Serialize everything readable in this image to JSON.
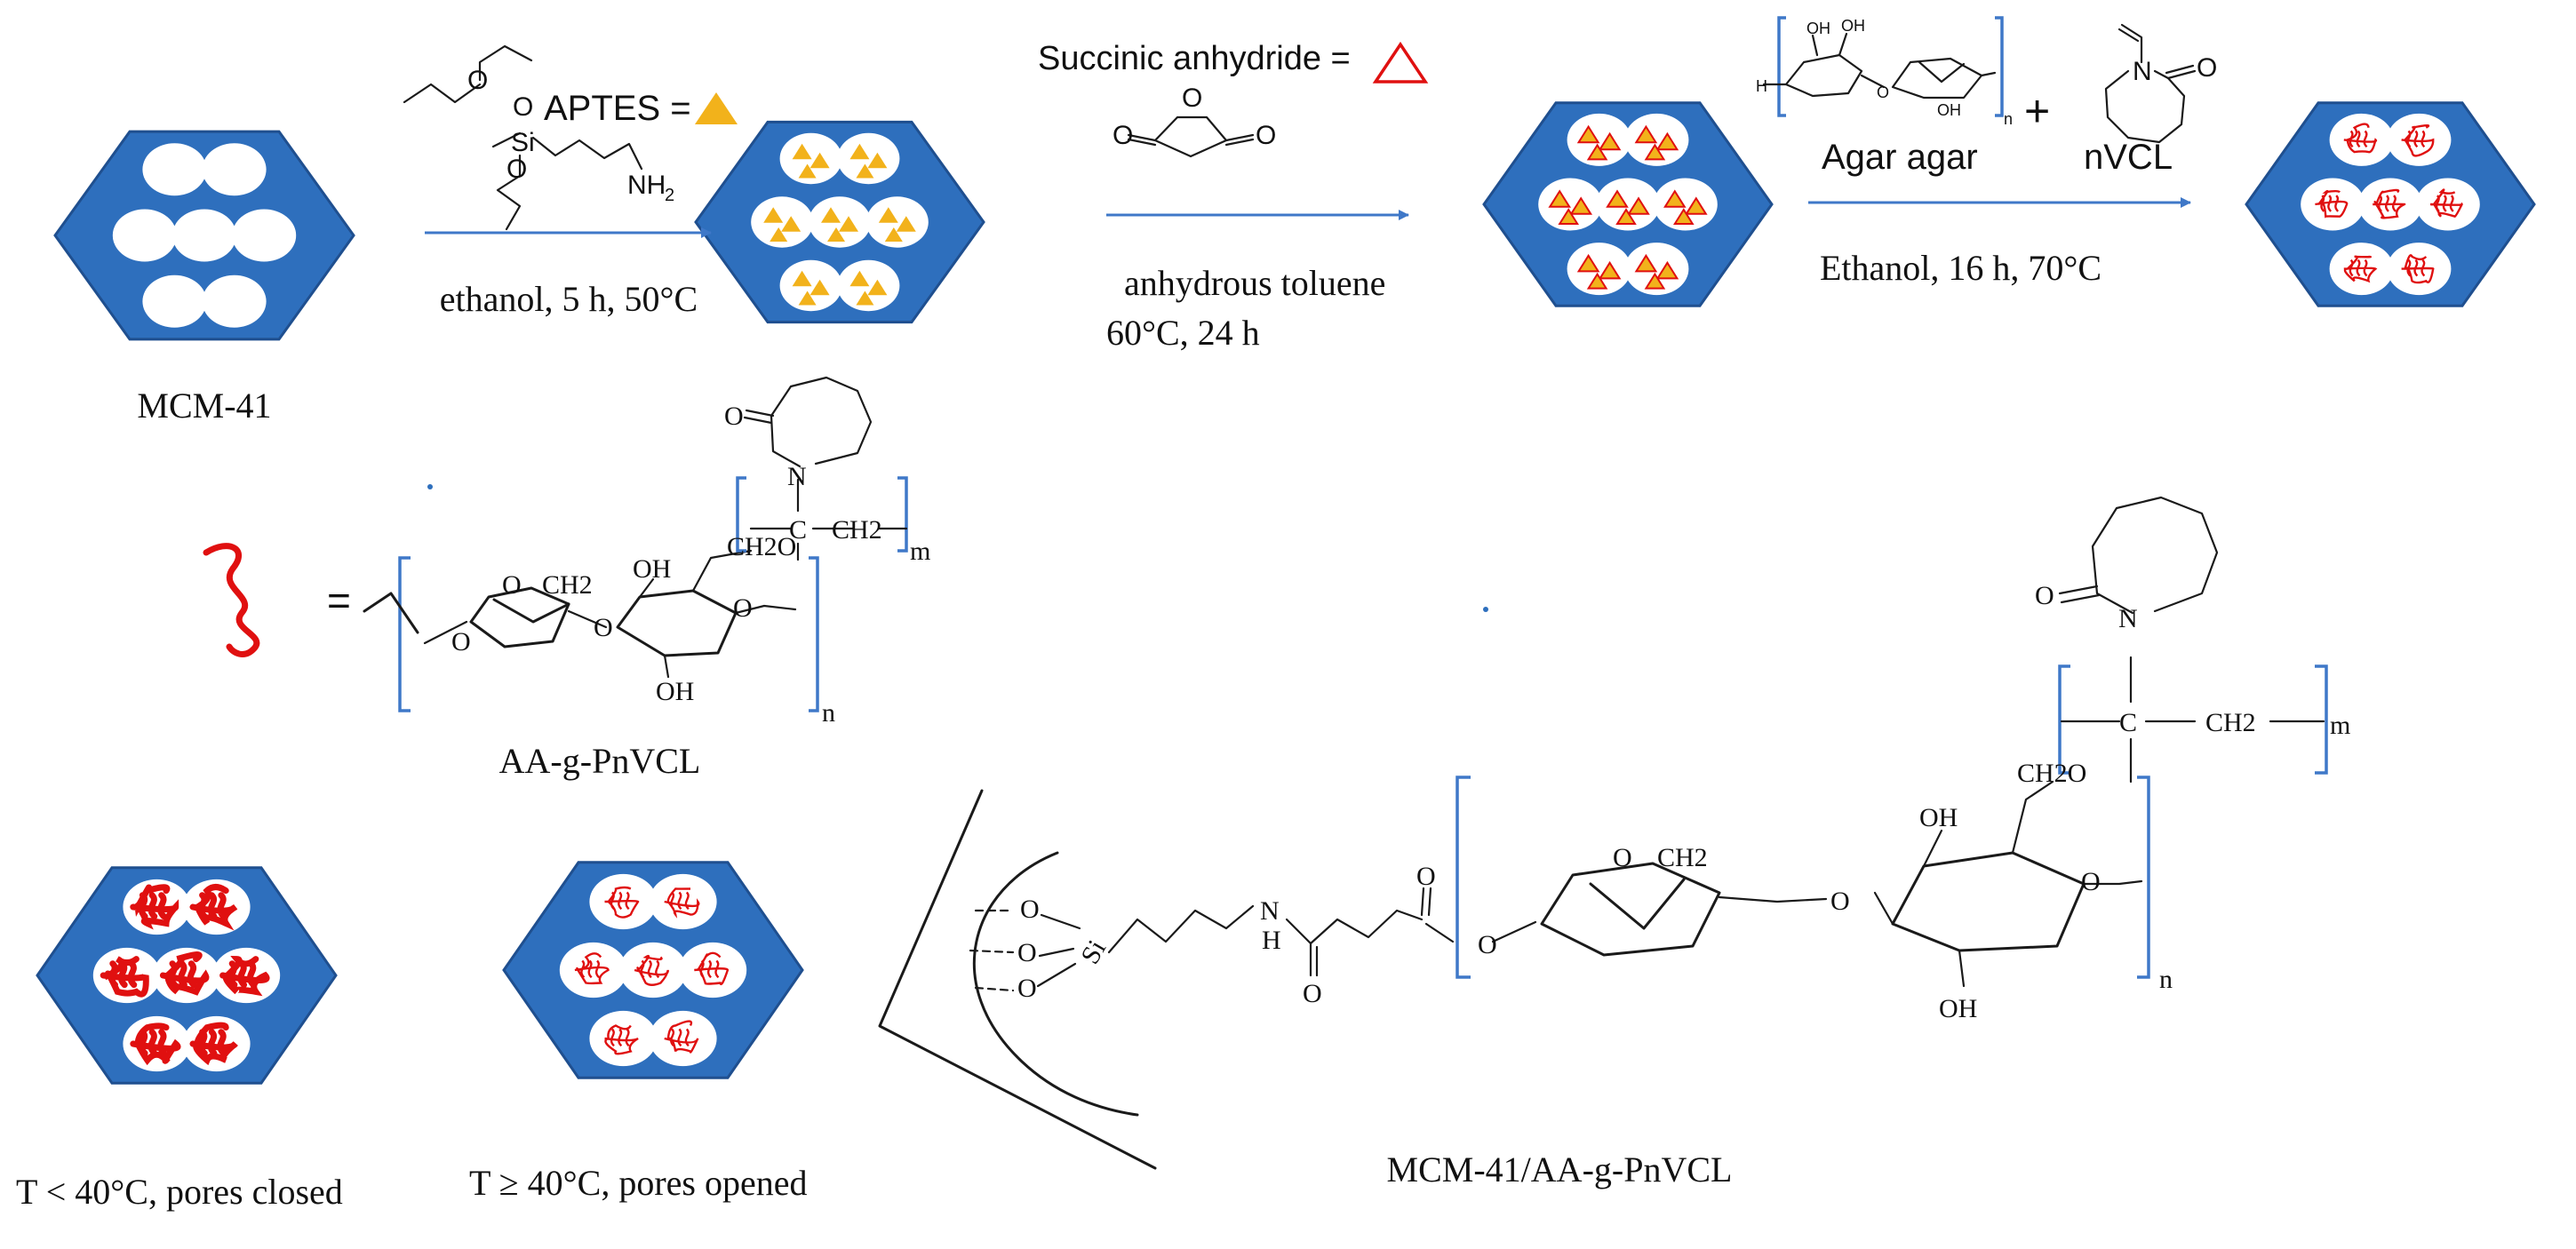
{
  "diagram": {
    "labels": {
      "mcm41": "MCM-41",
      "aptes_legend": "APTES =",
      "step1_conditions": "ethanol, 5 h, 50°C",
      "succinic_legend": "Succinic anhydride =",
      "step2_solvent": "anhydrous toluene",
      "step2_conditions": "60°C, 24 h",
      "agar_label": "Agar agar",
      "plus_sign": "+",
      "nvcl_label": "nVCL",
      "step3_conditions": "Ethanol, 16 h, 70°C",
      "coil_equals": "=",
      "aa_g_pnvcl": "AA-g-PnVCL",
      "closed_caption": "T < 40°C, pores closed",
      "opened_caption": "T ≥ 40°C, pores opened",
      "composite_label": "MCM-41/AA-g-PnVCL"
    },
    "atoms": {
      "si": "Si",
      "nh2": "NH",
      "sub2": "2",
      "o": "O",
      "n": "N",
      "h": "H",
      "oh": "OH",
      "ch2": "CH2",
      "ch2o": "CH2O",
      "c": "C",
      "m": "m",
      "n_sub": "n"
    },
    "colors": {
      "hexagon": "#2e6fbd",
      "aptes_triangle": "#f2b21b",
      "succinic_triangle": "#e01010",
      "polymer": "#e01010",
      "arrow": "#3f78c8"
    },
    "icons": {
      "aptes": "filled-triangle",
      "succinic": "outlined-triangle",
      "polymer": "red-coil"
    }
  }
}
